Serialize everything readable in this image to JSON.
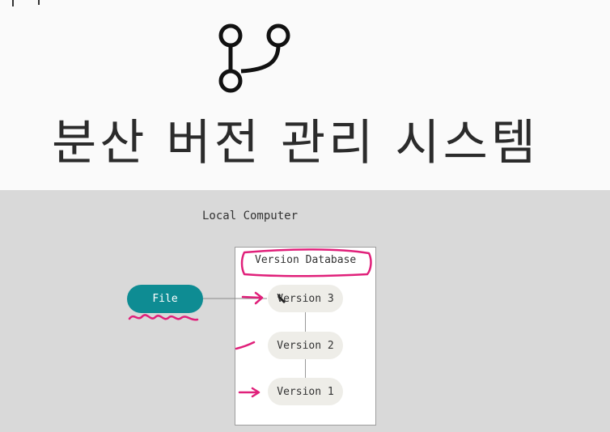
{
  "title": "분산 버전 관리 시스템",
  "diagram": {
    "local_label": "Local Computer",
    "file_label": "File",
    "database_label": "Version Database",
    "versions": [
      "Version 3",
      "Version 2",
      "Version 1"
    ]
  },
  "colors": {
    "file_pill": "#0e8c93",
    "annotation": "#e0207a",
    "version_pill": "#eeede8"
  },
  "icons": {
    "branch": "git-branch-icon",
    "cursor": "pen-cursor-icon"
  }
}
